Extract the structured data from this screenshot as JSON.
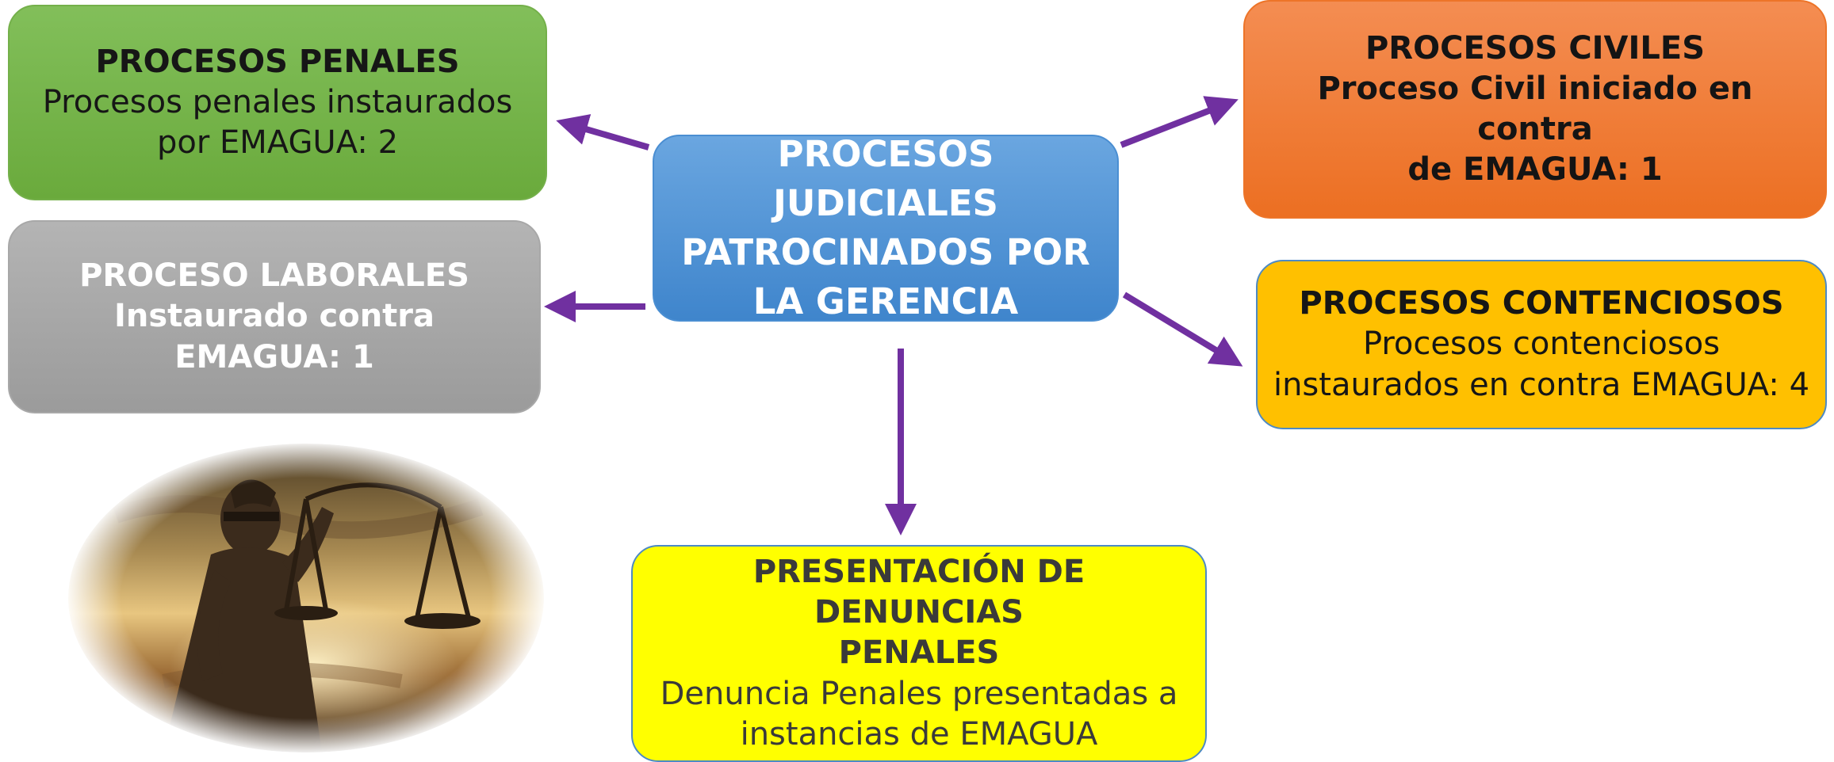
{
  "center": {
    "title": "PROCESOS JUDICIALES PATROCINADOS POR LA GERENCIA"
  },
  "penales": {
    "title": "PROCESOS PENALES",
    "line1": "Procesos penales instaurados",
    "line2": "por EMAGUA: 2"
  },
  "laborales": {
    "line1": "PROCESO LABORALES",
    "line2": "Instaurado contra",
    "line3": "EMAGUA: 1"
  },
  "civiles": {
    "title": "PROCESOS CIVILES",
    "line1": "Proceso Civil iniciado en contra",
    "line2": "de EMAGUA: 1"
  },
  "contenciosos": {
    "title": "PROCESOS CONTENCIOSOS",
    "line1": "Procesos contenciosos",
    "line2": "instaurados en contra EMAGUA: 4"
  },
  "denuncias": {
    "title1": "PRESENTACIÓN DE DENUNCIAS",
    "title2": "PENALES",
    "line1": "Denuncia Penales presentadas a",
    "line2": "instancias de EMAGUA"
  },
  "colors": {
    "arrow": "#7030a0",
    "green": "#70ad47",
    "gray": "#a5a5a5",
    "blue": "#4a90d9",
    "orange": "#ed7d31",
    "amber": "#ffc000",
    "yellow": "#ffff00"
  }
}
